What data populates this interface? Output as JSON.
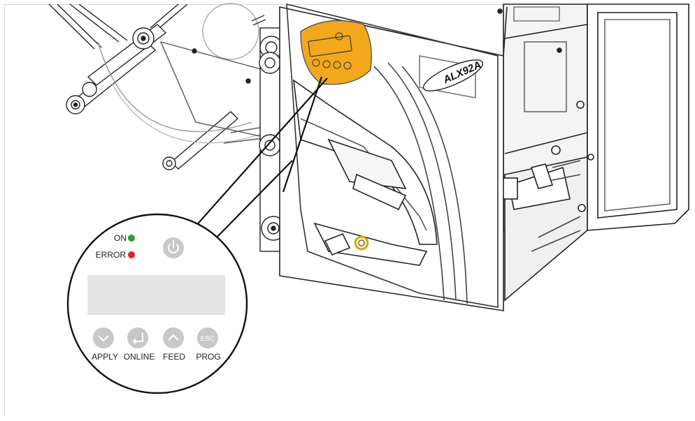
{
  "device": {
    "model_label": "ALX92A"
  },
  "panel": {
    "on_label": "ON",
    "error_label": "ERROR",
    "buttons": [
      {
        "label": "APPLY",
        "icon": "chevron-down-icon"
      },
      {
        "label": "ONLINE",
        "icon": "enter-icon"
      },
      {
        "label": "FEED",
        "icon": "chevron-up-icon"
      },
      {
        "label": "PROG",
        "icon": "esc-icon",
        "glyph": "ESC"
      }
    ]
  },
  "colors": {
    "on_led": "#2a9d2a",
    "error_led": "#e8201c",
    "button_fill": "#c8c8c8",
    "display_fill": "#e4e4e4",
    "highlight": "#f2a81d"
  }
}
